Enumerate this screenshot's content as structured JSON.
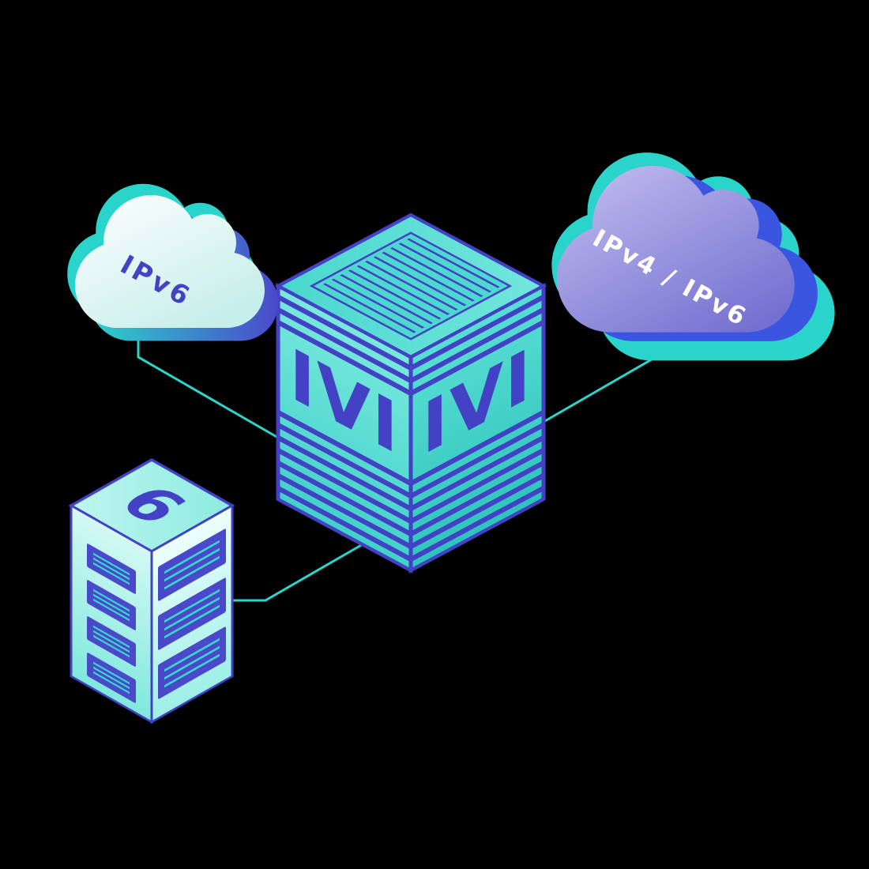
{
  "diagram": {
    "title": "IVI translator connecting an IPv6 cloud, an IPv6 server and an IPv4/IPv6 cloud",
    "background_color": "#000000",
    "labels": {
      "left_cloud": "IPv6",
      "right_cloud": "IPv4 / IPv6",
      "gateway_left_face": "IVI",
      "gateway_right_face": "IVI",
      "server_top": "6"
    },
    "nodes": [
      {
        "id": "ipv6-cloud",
        "shape": "cloud",
        "label": "IPv6",
        "position": "top-left"
      },
      {
        "id": "ivi-gateway",
        "shape": "isometric-cube",
        "label": "IVI",
        "position": "center"
      },
      {
        "id": "ipv4-ipv6-cloud",
        "shape": "cloud",
        "label": "IPv4 / IPv6",
        "position": "top-right"
      },
      {
        "id": "ipv6-server",
        "shape": "server-tower",
        "label": "6",
        "position": "bottom-left"
      }
    ],
    "edges": [
      {
        "from": "ipv6-cloud",
        "to": "ivi-gateway"
      },
      {
        "from": "ipv4-ipv6-cloud",
        "to": "ivi-gateway"
      },
      {
        "from": "ipv6-server",
        "to": "ivi-gateway"
      }
    ],
    "colors": {
      "connector": "#2bd5cc",
      "indigo": "#4341c4",
      "teal": "#2bd4cb",
      "blue": "#3a55e0",
      "cloud_left_fill": "#ffffff",
      "cloud_right_fill": "#817dd8",
      "cube_face_teal": "#4fd9d0",
      "label_indigo": "#4341c4",
      "label_white": "#ffffff"
    }
  }
}
